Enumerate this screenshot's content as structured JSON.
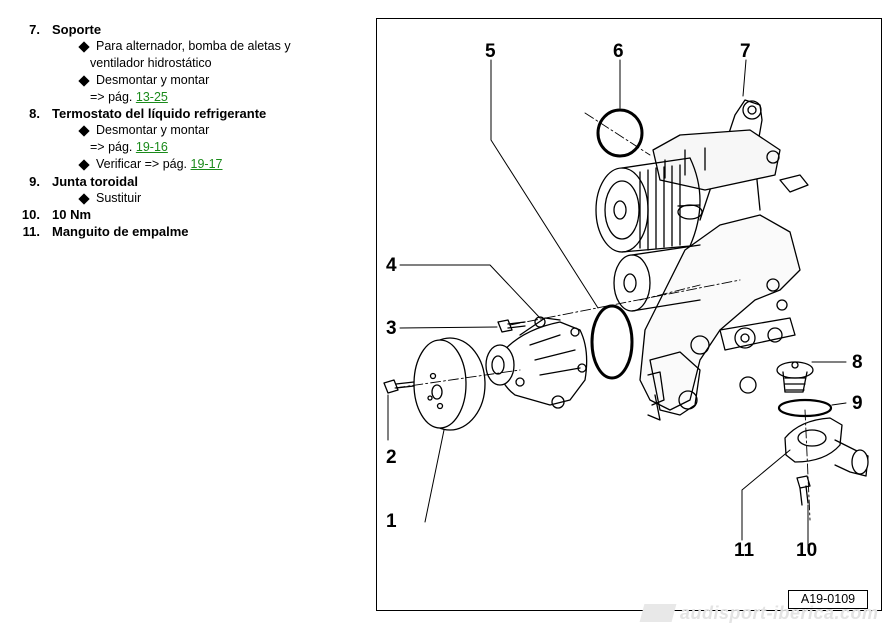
{
  "items": [
    {
      "num": "7.",
      "title": "Soporte",
      "bullets": [
        {
          "lines": [
            "Para alternador, bomba de aletas y",
            "ventilador hidrostático"
          ]
        },
        {
          "lines": [
            "Desmontar y montar"
          ],
          "ref_prefix": "=> pág. ",
          "ref": "13-25"
        }
      ]
    },
    {
      "num": "8.",
      "title": "Termostato del líquido refrigerante",
      "bullets": [
        {
          "lines": [
            "Desmontar y montar"
          ],
          "ref_prefix": "=> pág. ",
          "ref": "19-16"
        },
        {
          "lines": [],
          "inline_prefix": "Verificar => pág. ",
          "ref": "19-17"
        }
      ]
    },
    {
      "num": "9.",
      "title": "Junta toroidal",
      "bullets": [
        {
          "lines": [
            "Sustituir"
          ]
        }
      ]
    },
    {
      "num": "10.",
      "title": "10 Nm",
      "bullets": []
    },
    {
      "num": "11.",
      "title": "Manguito de empalme",
      "bullets": []
    }
  ],
  "figure": {
    "callouts": [
      "1",
      "2",
      "3",
      "4",
      "5",
      "6",
      "7",
      "8",
      "9",
      "10",
      "11"
    ],
    "figure_id": "A19-0109"
  },
  "watermark": "audisport-iberica.com"
}
